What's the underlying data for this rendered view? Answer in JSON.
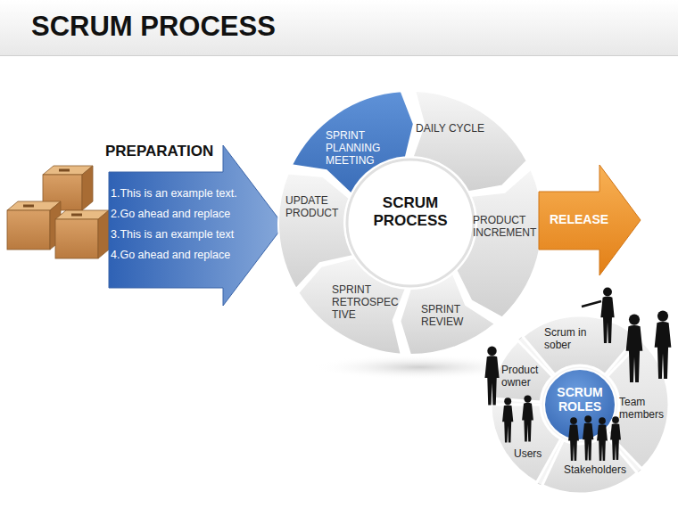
{
  "diagram": {
    "title": "SCRUM PROCESS",
    "nodes": [
      {
        "text": [
          "PREPARATION",
          "1.This is an example text.",
          "2.Go ahead and replace",
          "3.This is an example text",
          "4.Go ahead and replace"
        ]
      },
      {
        "text": [
          "SCRUM PROCESS"
        ]
      },
      {
        "text": [
          "SPRINT PLANNING MEETING"
        ],
        "in": 1
      },
      {
        "text": [
          "DAILY CYCLE"
        ],
        "in": 1
      },
      {
        "text": [
          "PRODUCT INCREMENT"
        ],
        "in": 1
      },
      {
        "text": [
          "SPRINT REVIEW"
        ],
        "in": 1
      },
      {
        "text": [
          "SPRINT RETROSPECTIVE"
        ],
        "in": 1
      },
      {
        "text": [
          "UPDATE PRODUCT"
        ],
        "in": 1
      },
      {
        "text": [
          "RELEASE"
        ]
      },
      {
        "text": [
          "SCRUM ROLES"
        ]
      },
      {
        "text": [
          "Scrum in sober"
        ],
        "in": 9
      },
      {
        "text": [
          "Team members"
        ],
        "in": 9
      },
      {
        "text": [
          "Stakeholders"
        ],
        "in": 9
      },
      {
        "text": [
          "Users"
        ],
        "in": 9
      },
      {
        "text": [
          "Product owner"
        ],
        "in": 9
      }
    ]
  }
}
